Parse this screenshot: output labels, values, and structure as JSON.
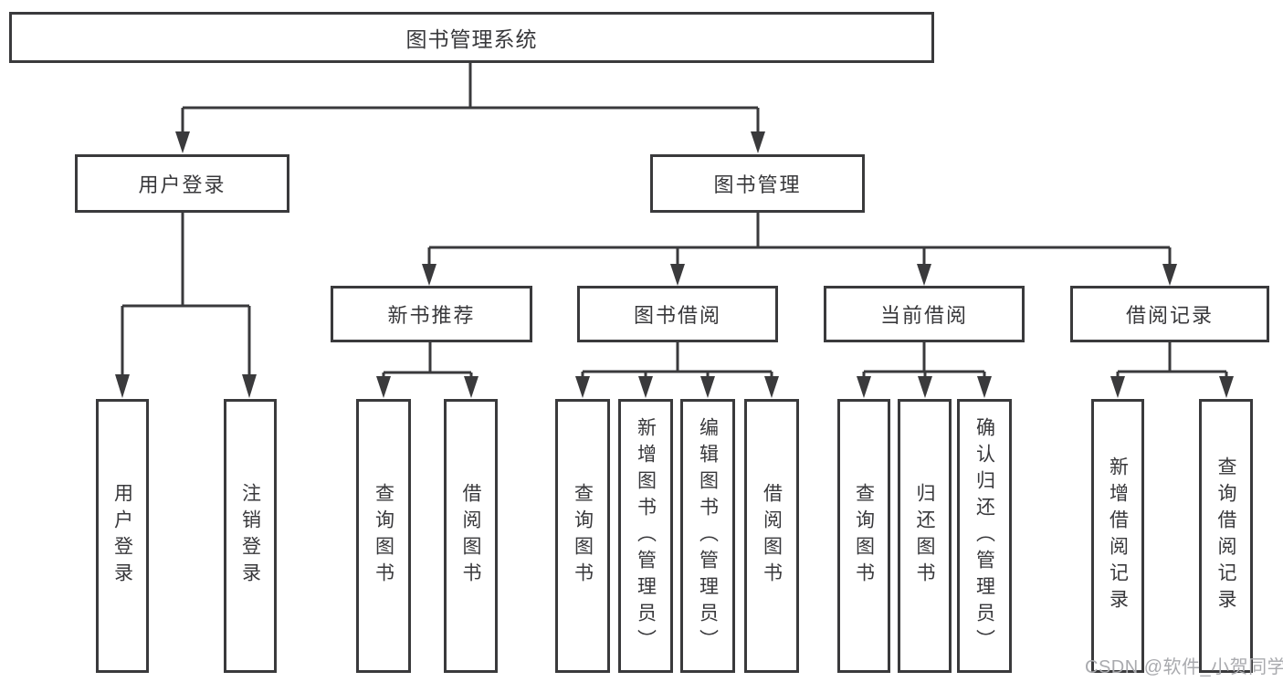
{
  "root": {
    "label": "图书管理系统"
  },
  "level2": [
    {
      "label": "用户登录",
      "parent": "图书管理系统"
    },
    {
      "label": "图书管理",
      "parent": "图书管理系统"
    }
  ],
  "level3": [
    {
      "label": "新书推荐",
      "parent": "图书管理"
    },
    {
      "label": "图书借阅",
      "parent": "图书管理"
    },
    {
      "label": "当前借阅",
      "parent": "图书管理"
    },
    {
      "label": "借阅记录",
      "parent": "图书管理"
    }
  ],
  "leaves": [
    {
      "label": "用户登录",
      "parent": "用户登录"
    },
    {
      "label": "注销登录",
      "parent": "用户登录"
    },
    {
      "label": "查询图书",
      "parent": "新书推荐"
    },
    {
      "label": "借阅图书",
      "parent": "新书推荐"
    },
    {
      "label": "查询图书",
      "parent": "图书借阅"
    },
    {
      "label": "新增图书（管理员）",
      "parent": "图书借阅"
    },
    {
      "label": "编辑图书（管理员）",
      "parent": "图书借阅"
    },
    {
      "label": "借阅图书",
      "parent": "图书借阅"
    },
    {
      "label": "查询图书",
      "parent": "当前借阅"
    },
    {
      "label": "归还图书",
      "parent": "当前借阅"
    },
    {
      "label": "确认归还（管理员）",
      "parent": "当前借阅"
    },
    {
      "label": "新增借阅记录",
      "parent": "借阅记录"
    },
    {
      "label": "查询借阅记录",
      "parent": "借阅记录"
    }
  ],
  "watermark": {
    "text": "CSDN @软件_小贺同学"
  },
  "colors": {
    "line": "#3a3a3c",
    "text": "#38383b",
    "box_background": "#ffffff",
    "watermark": "#a9aaae",
    "background": "#ffffff"
  }
}
